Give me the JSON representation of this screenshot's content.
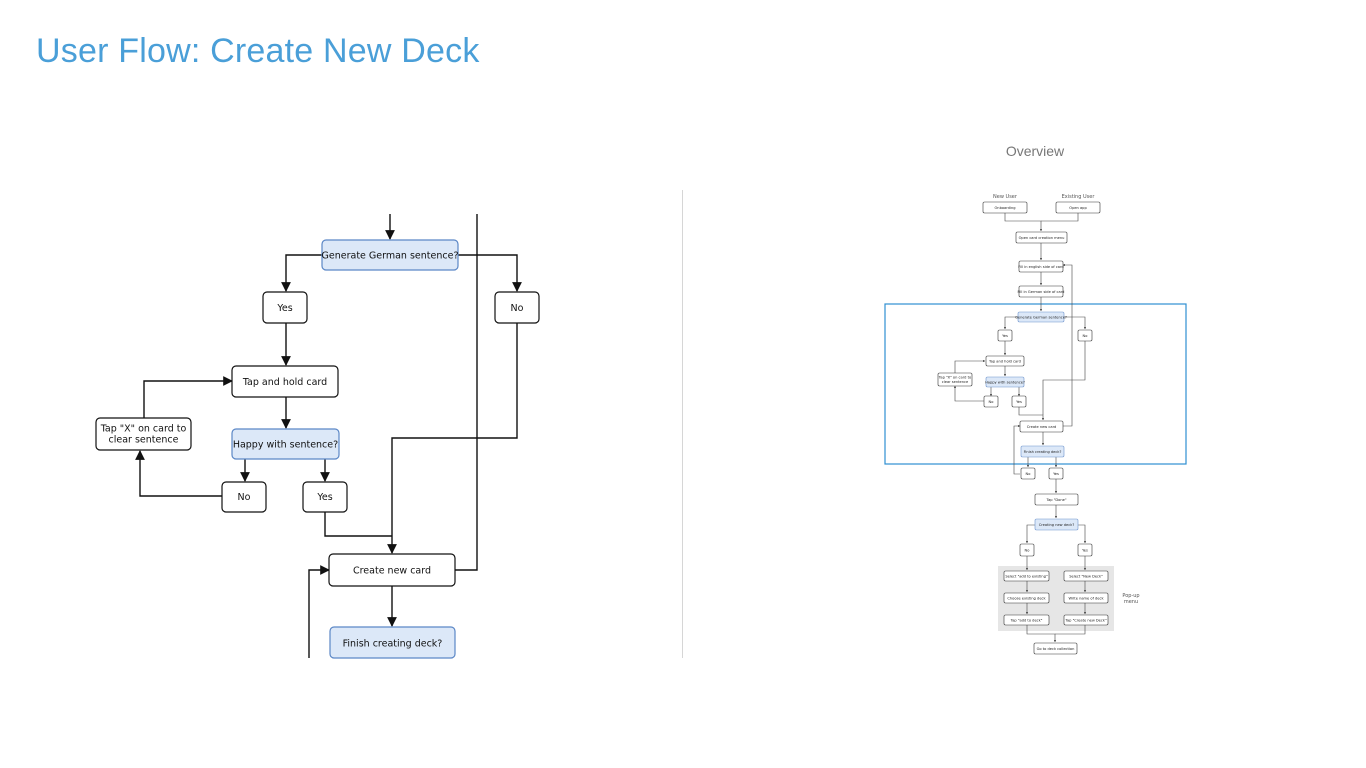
{
  "page": {
    "title": "User Flow: Create New Deck"
  },
  "detail": {
    "generate_q": "Generate German sentence?",
    "yes_1": "Yes",
    "no_1": "No",
    "tap_hold": "Tap and hold card",
    "tap_x_1": "Tap \"X\" on card to",
    "tap_x_2": "clear sentence",
    "happy_q": "Happy with sentence?",
    "no_2": "No",
    "yes_2": "Yes",
    "create_card": "Create new card",
    "finish_q": "Finish creating deck?"
  },
  "overview": {
    "title": "Overview",
    "new_user": "New User",
    "existing_user": "Existing User",
    "onboarding": "Onboarding",
    "open_app": "Open app",
    "open_menu": "Open card creation menu",
    "fill_english": "Fill in english side of card",
    "fill_german": "Fill in German side of card",
    "generate_q": "Generate German sentence?",
    "yes_1": "Yes",
    "no_1": "No",
    "tap_hold": "Tap and hold card",
    "tap_x_1": "Tap \"X\" on card to",
    "tap_x_2": "clear sentence",
    "happy_q": "Happy with sentence?",
    "no_2": "No",
    "yes_2": "Yes",
    "create_card": "Create new card",
    "finish_q": "Finish creating deck?",
    "no_3": "No",
    "yes_3": "Yes",
    "tap_done": "Tap \"Done\"",
    "creating_q": "Creating new deck?",
    "no_4": "No",
    "yes_4": "Yes",
    "select_existing": "Select \"add to existing\"",
    "select_new": "Select \"New Deck\"",
    "choose_existing": "Choose existing deck",
    "write_name": "Write name of deck",
    "tap_add": "Tap \"add to deck\"",
    "tap_create": "Tap \"Create new Deck\"",
    "popup_1": "Pop-up",
    "popup_2": "menu",
    "go_collection": "Go to deck collection"
  },
  "colors": {
    "title": "#4a9fd8",
    "question_fill": "#dce8f8",
    "question_stroke": "#5b87c6",
    "highlight_box": "#2f8fd1",
    "popup_bg": "#e6e6e6"
  }
}
